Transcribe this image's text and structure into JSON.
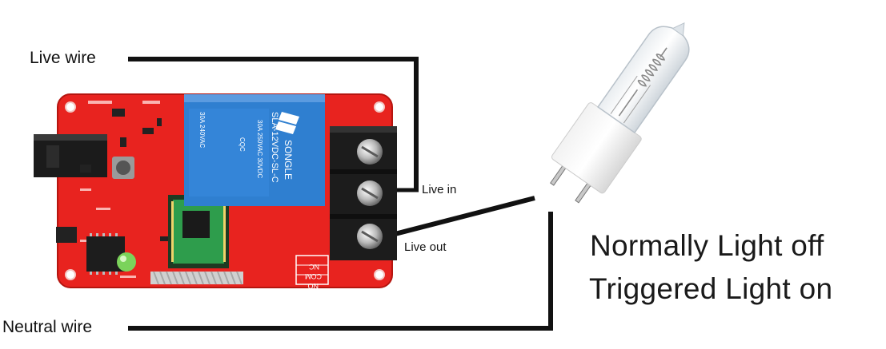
{
  "labels": {
    "live_wire": "Live wire",
    "neutral_wire": "Neutral wire",
    "live_in": "Live in",
    "live_out": "Live out",
    "normally": "Normally Light off",
    "triggered": "Triggered Light on"
  },
  "board": {
    "relay_brand": "SONGLE",
    "relay_model": "SLA-12VDC-SL-C",
    "relay_rating_1": "30A 250VAC 30VDC",
    "relay_rating_2": "30A 240VAC",
    "terminal_labels": [
      "NC",
      "COM",
      "NO"
    ],
    "cert_mark": "CQC"
  },
  "colors": {
    "board_red": "#e8231f",
    "relay_blue": "#2f7fd0",
    "wire_black": "#111111",
    "terminal_black": "#1c1c1c",
    "rf_module_green": "#2e9d4c"
  }
}
